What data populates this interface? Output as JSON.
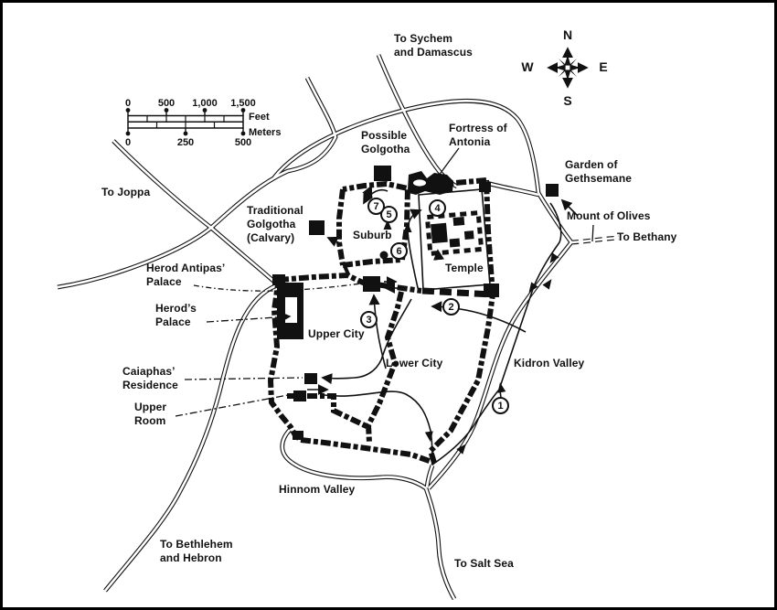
{
  "compass": {
    "north": "N",
    "south": "S",
    "east": "E",
    "west": "W"
  },
  "scale_bar": {
    "feet_ticks": [
      "0",
      "500",
      "1,000",
      "1,500"
    ],
    "feet_unit": "Feet",
    "meters_ticks": [
      "0",
      "250",
      "500"
    ],
    "meters_unit": "Meters"
  },
  "labels": {
    "to_sychem": "To Sychem\nand Damascus",
    "to_joppa": "To Joppa",
    "possible_golgotha": "Possible\nGolgotha",
    "fortress_of_antonia": "Fortress of\nAntonia",
    "garden_of_gethsemane": "Garden of\nGethsemane",
    "mount_of_olives": "Mount of Olives",
    "to_bethany": "To Bethany",
    "traditional_golgotha": "Traditional\nGolgotha\n(Calvary)",
    "suburb": "Suburb",
    "temple": "Temple",
    "herod_antipas_palace": "Herod Antipas’\nPalace",
    "herods_palace": "Herod’s\nPalace",
    "upper_city": "Upper City",
    "caiaphas_residence": "Caiaphas’\nResidence",
    "upper_room": "Upper\nRoom",
    "lower_city": "Lower City",
    "kidron_valley": "Kidron Valley",
    "hinnom_valley": "Hinnom Valley",
    "to_bethlehem": "To Bethlehem\nand Hebron",
    "to_salt_sea": "To Salt Sea"
  },
  "route_markers": [
    "1",
    "2",
    "3",
    "4",
    "5",
    "6",
    "7"
  ],
  "colors": {
    "ink": "#111111",
    "background": "#ffffff"
  }
}
